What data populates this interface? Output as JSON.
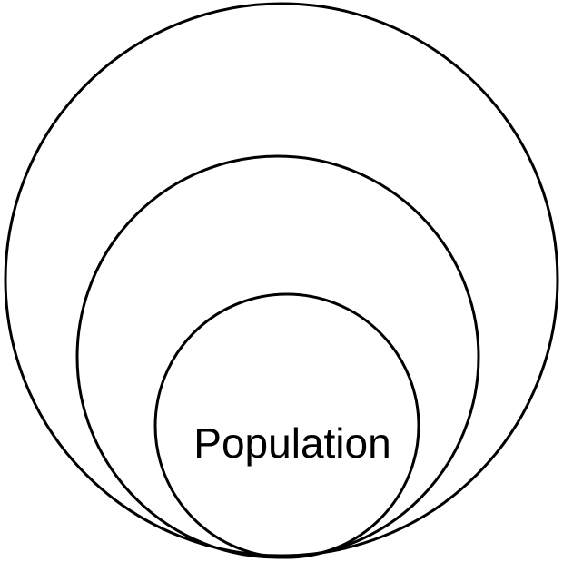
{
  "diagram": {
    "type": "nested-circles",
    "rings": [
      {
        "level": 1,
        "label": ""
      },
      {
        "level": 2,
        "label": ""
      },
      {
        "level": 3,
        "label": "Population"
      }
    ],
    "colors": {
      "stroke": "#000000",
      "background": "#ffffff",
      "text": "#000000"
    }
  }
}
